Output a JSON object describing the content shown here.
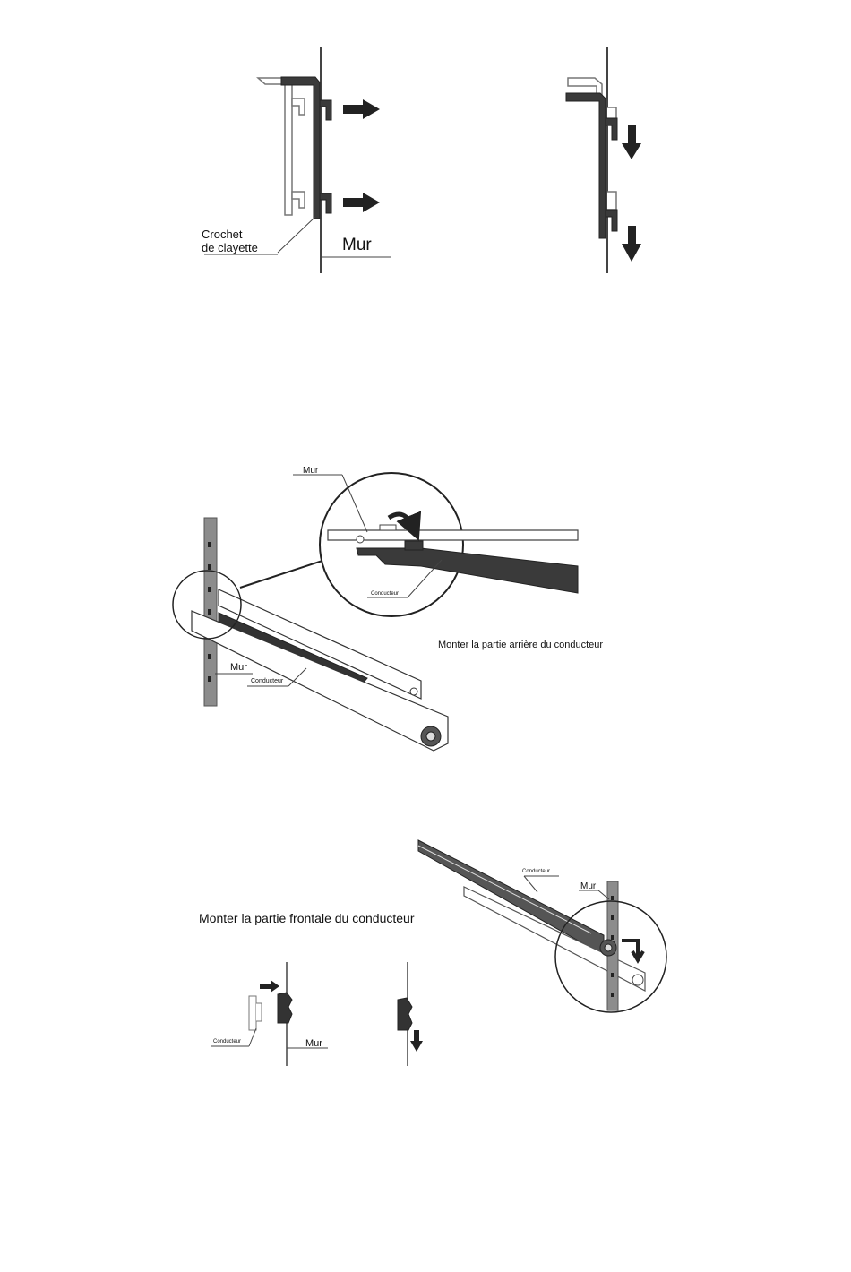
{
  "figure1": {
    "hook_label_line1": "Crochet",
    "hook_label_line2": "de clayette",
    "wall_label": "Mur"
  },
  "figure2": {
    "zoom_wall_label": "Mur",
    "zoom_runner_label": "Conducteur",
    "caption": "Monter la partie arrière du conducteur",
    "wall_label": "Mur",
    "runner_label": "Conducteur"
  },
  "figure3": {
    "runner_label": "Conducteur",
    "wall_label": "Mur",
    "caption": "Monter la partie frontale du conducteur",
    "small_runner_label": "Conducteur",
    "small_wall_label": "Mur"
  },
  "colors": {
    "line": "#222222",
    "dark_part": "#3a3a3a",
    "wall": "#8c8c8c",
    "light_part": "#ffffff"
  }
}
